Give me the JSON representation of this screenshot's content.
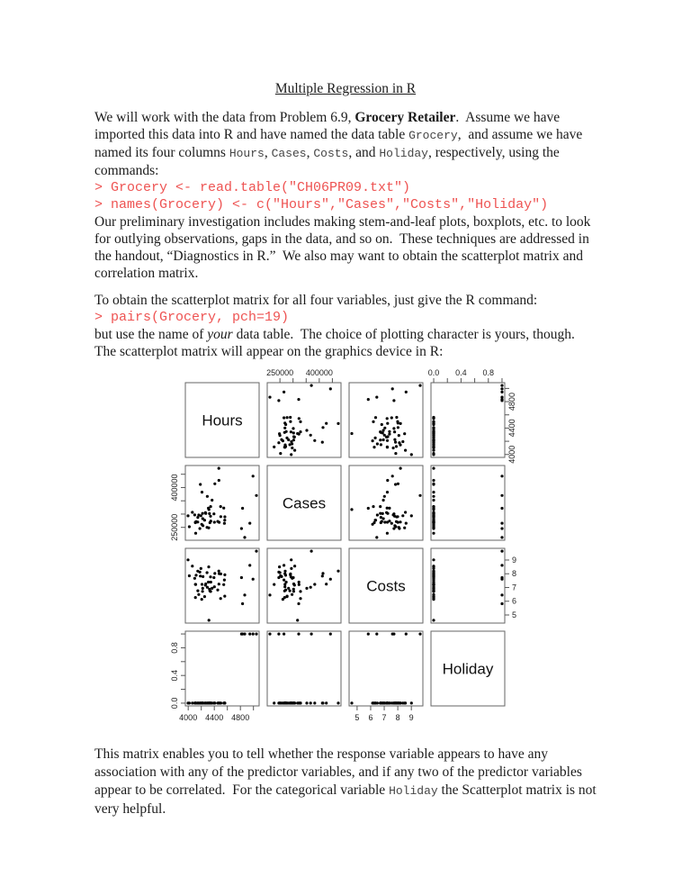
{
  "page": {
    "title": "Multiple Regression in R",
    "background": "#ffffff",
    "code_color": "#ee5352",
    "text_color": "#1c1c1c"
  },
  "content": {
    "blocks": [
      {
        "kind": "para",
        "section": "main",
        "segments": [
          {
            "t": "We will work with the data from Problem 6.9, "
          },
          {
            "t": "Grocery Retailer",
            "s": "bold"
          },
          {
            "t": ".  Assume we have imported this data into R and have named the data table "
          },
          {
            "t": "Grocery",
            "s": "mono"
          },
          {
            "t": ",  and assume we have named its four columns "
          },
          {
            "t": "Hours",
            "s": "mono"
          },
          {
            "t": ", "
          },
          {
            "t": "Cases",
            "s": "mono"
          },
          {
            "t": ", "
          },
          {
            "t": "Costs",
            "s": "mono"
          },
          {
            "t": ", and "
          },
          {
            "t": "Holiday",
            "s": "mono"
          },
          {
            "t": ", respectively, using the commands:"
          }
        ]
      },
      {
        "kind": "code",
        "section": "main",
        "lines": [
          "> Grocery <- read.table(\"CH06PR09.txt\")",
          "> names(Grocery) <- c(\"Hours\",\"Cases\",\"Costs\",\"Holiday\")"
        ]
      },
      {
        "kind": "para",
        "section": "main",
        "segments": [
          {
            "t": "Our preliminary investigation includes making stem-and-leaf plots, boxplots, etc. to look for outlying observations, gaps in the data, and so on.  These techniques are addressed in the handout, “Diagnostics in R.”  We also may want to obtain the scatterplot matrix and correlation matrix."
          }
        ]
      },
      {
        "kind": "para",
        "section": "main",
        "gap_before": true,
        "segments": [
          {
            "t": "To obtain the scatterplot matrix for all four variables, just give the R command:"
          }
        ]
      },
      {
        "kind": "code",
        "section": "main",
        "lines": [
          "> pairs(Grocery, pch=19)"
        ]
      },
      {
        "kind": "para",
        "section": "main",
        "segments": [
          {
            "t": "but use the name of "
          },
          {
            "t": "your",
            "s": "italic"
          },
          {
            "t": " data table.  The choice of plotting character is yours, though. The scatterplot matrix will appear on the graphics device in R:"
          }
        ]
      },
      {
        "kind": "para",
        "section": "tail",
        "segments": [
          {
            "t": "This matrix enables you to tell whether the response variable appears to have any association with any of the predictor variables, and if any two of the predictor variables appear to be correlated.  For the categorical variable "
          },
          {
            "t": "Holiday",
            "s": "mono"
          },
          {
            "t": " the Scatterplot matrix is not very helpful."
          }
        ]
      }
    ]
  },
  "chart_data": {
    "type": "scatter",
    "subtype": "pairs-scatterplot-matrix",
    "title": "",
    "n_points": 52,
    "point_color": "#050505",
    "point_radius": 1.6,
    "frame_color": "#666666",
    "tick_color": "#555555",
    "label_color": "#111111",
    "variables": [
      {
        "name": "Hours",
        "range": [
          3956,
          5087
        ],
        "ticks": [
          4000,
          4200,
          4400,
          4600,
          4800,
          5000
        ],
        "labeled_ticks": [
          4000,
          4400,
          4800
        ],
        "tick_labels": [
          "4000",
          "4400",
          "4800"
        ]
      },
      {
        "name": "Cases",
        "range": [
          201523,
          482897
        ],
        "ticks": [
          250000,
          300000,
          350000,
          400000,
          450000
        ],
        "labeled_ticks": [
          250000,
          400000
        ],
        "tick_labels": [
          "250000",
          "400000"
        ]
      },
      {
        "name": "Costs",
        "range": [
          4.41,
          9.85
        ],
        "ticks": [
          5,
          6,
          7,
          8,
          9
        ],
        "labeled_ticks": [
          5,
          6,
          7,
          8,
          9
        ],
        "tick_labels": [
          "5",
          "6",
          "7",
          "8",
          "9"
        ]
      },
      {
        "name": "Holiday",
        "range": [
          -0.04,
          1.04
        ],
        "ticks": [
          0,
          0.2,
          0.4,
          0.6,
          0.8,
          1
        ],
        "labeled_ticks": [
          0,
          0.4,
          0.8
        ],
        "tick_labels": [
          "0.0",
          "0.4",
          "0.8"
        ]
      }
    ],
    "observations": {
      "Hours": [
        4264,
        4496,
        4317,
        4292,
        4945,
        4325,
        4110,
        4111,
        4161,
        4560,
        4401,
        4251,
        4222,
        4063,
        4343,
        4833,
        4453,
        4195,
        4394,
        4099,
        4816,
        4867,
        4114,
        4314,
        4289,
        4269,
        4347,
        4178,
        4333,
        4226,
        4121,
        3998,
        4475,
        4545,
        4016,
        4207,
        4148,
        4562,
        4146,
        4555,
        4365,
        4471,
        5045,
        4469,
        4408,
        4219,
        4211,
        4993,
        4309,
        4499,
        4186,
        4342
      ],
      "Cases": [
        305657,
        328476,
        317164,
        366745,
        265518,
        301995,
        269334,
        267631,
        296350,
        277223,
        269189,
        277133,
        282892,
        306639,
        328405,
        321773,
        272319,
        293880,
        300867,
        296872,
        245674,
        211944,
        227996,
        248328,
        249894,
        302660,
        273848,
        245743,
        267673,
        256506,
        271854,
        293225,
        269121,
        322812,
        252225,
        261365,
        287645,
        289666,
        270051,
        265239,
        352466,
        426908,
        369989,
        472476,
        414102,
        302507,
        382686,
        442782,
        322303,
        290455,
        411750,
        292087
      ],
      "Costs": [
        7.17,
        6.2,
        4.61,
        7.02,
        8.61,
        6.88,
        7.23,
        6.27,
        6.49,
        6.37,
        7.05,
        6.34,
        6.94,
        8.56,
        6.71,
        5.82,
        6.82,
        8.38,
        7.72,
        7.67,
        7.72,
        6.45,
        7.22,
        8.5,
        8.08,
        7.26,
        7.39,
        8.12,
        6.75,
        7.79,
        7.89,
        9.01,
        8.01,
        7.21,
        7.85,
        6.14,
        6.76,
        7.92,
        8.19,
        7.55,
        6.94,
        7.25,
        9.65,
        8.2,
        8.02,
        6.72,
        7.23,
        7.61,
        7.39,
        7.99,
        7.83,
        7.77
      ],
      "Holiday": [
        0,
        0,
        0,
        0,
        1,
        0,
        0,
        0,
        0,
        0,
        0,
        0,
        0,
        0,
        0,
        1,
        0,
        0,
        0,
        0,
        1,
        1,
        0,
        0,
        0,
        0,
        0,
        0,
        0,
        0,
        0,
        0,
        0,
        0,
        0,
        0,
        0,
        0,
        0,
        0,
        0,
        0,
        1,
        0,
        0,
        0,
        0,
        1,
        0,
        0,
        0,
        0
      ]
    }
  }
}
